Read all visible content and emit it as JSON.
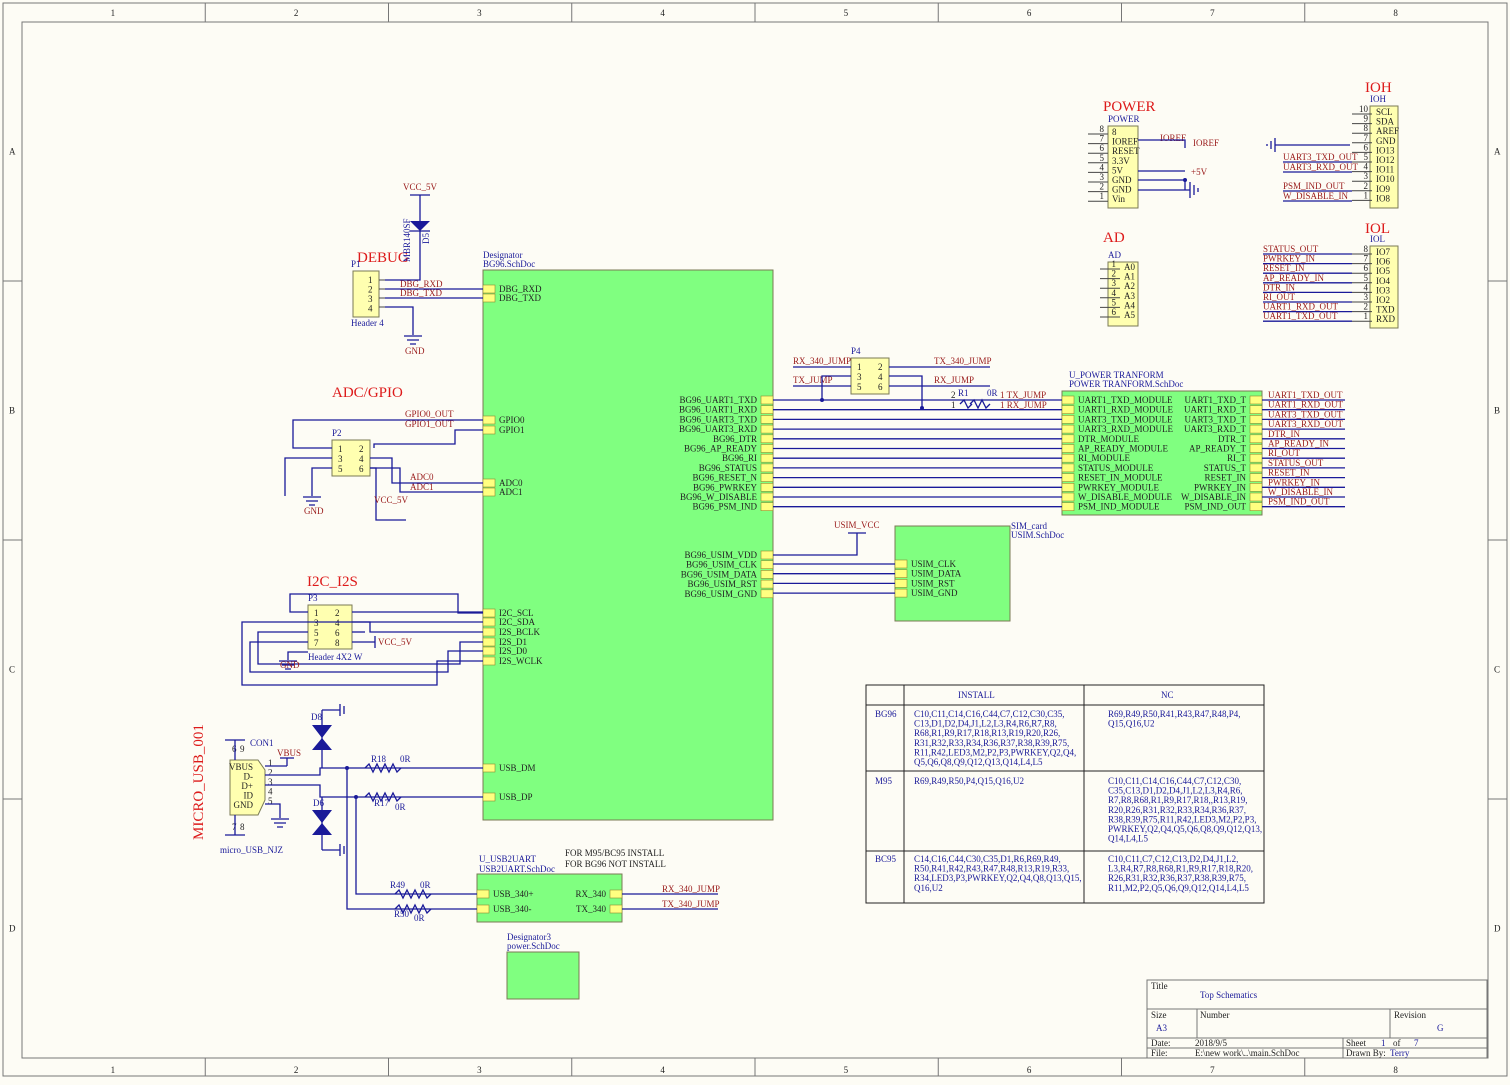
{
  "border": {
    "cols": [
      "1",
      "2",
      "3",
      "4",
      "5",
      "6",
      "7",
      "8"
    ],
    "rows": [
      "A",
      "B",
      "C",
      "D"
    ]
  },
  "titles": {
    "debug": "DEBUG",
    "adc_gpio": "ADC/GPIO",
    "i2c_i2s": "I2C_I2S",
    "micro_usb": "MICRO_USB_001",
    "power": "POWER",
    "ad": "AD",
    "ioh": "IOH",
    "iol": "IOL"
  },
  "bg96": {
    "designator": "Designator",
    "file": "BG96.SchDoc",
    "left_ports": [
      "DBG_RXD",
      "DBG_TXD",
      "GPIO0",
      "GPIO1",
      "ADC0",
      "ADC1",
      "I2C_SCL",
      "I2C_SDA",
      "I2S_BCLK",
      "I2S_D1",
      "I2S_D0",
      "I2S_WCLK",
      "USB_DM",
      "USB_DP"
    ],
    "right_ports": [
      "BG96_UART1_TXD",
      "BG96_UART1_RXD",
      "BG96_UART3_TXD",
      "BG96_UART3_RXD",
      "BG96_DTR",
      "BG96_AP_READY",
      "BG96_RI",
      "BG96_STATUS",
      "BG96_RESET_N",
      "BG96_PWRKEY",
      "BG96_W_DISABLE",
      "BG96_PSM_IND"
    ],
    "usim_ports": [
      "BG96_USIM_VDD",
      "BG96_USIM_CLK",
      "BG96_USIM_DATA",
      "BG96_USIM_RST",
      "BG96_USIM_GND"
    ]
  },
  "power_tf": {
    "designator": "U_POWER TRANFORM",
    "file": "POWER TRANFORM.SchDoc",
    "left_ports": [
      "UART1_TXD_MODULE",
      "UART1_RXD_MODULE",
      "UART3_TXD_MODULE",
      "UART3_RXD_MODULE",
      "DTR_MODULE",
      "AP_READY_MODULE",
      "RI_MODULE",
      "STATUS_MODULE",
      "RESET_IN_MODULE",
      "PWRKEY_MODULE",
      "W_DISABLE_MODULE",
      "PSM_IND_MODULE"
    ],
    "right_ports": [
      "UART1_TXD_T",
      "UART1_RXD_T",
      "UART3_TXD_T",
      "UART3_RXD_T",
      "DTR_T",
      "AP_READY_T",
      "RI_T",
      "STATUS_T",
      "RESET_IN",
      "PWRKEY_IN",
      "W_DISABLE_IN",
      "PSM_IND_OUT"
    ],
    "out_nets": [
      "UART1_TXD_OUT",
      "UART1_RXD_OUT",
      "UART3_TXD_OUT",
      "UART3_RXD_OUT",
      "DTR_IN",
      "AP_READY_IN",
      "RI_OUT",
      "STATUS_OUT",
      "RESET_IN",
      "PWRKEY_IN",
      "W_DISABLE_IN",
      "PSM_IND_OUT"
    ]
  },
  "sim": {
    "designator": "SIM_card",
    "file": "USIM.SchDoc",
    "ports": [
      "USIM_CLK",
      "USIM_DATA",
      "USIM_RST",
      "USIM_GND"
    ],
    "vcc_net": "USIM_VCC"
  },
  "usb2uart": {
    "designator": "U_USB2UART",
    "file": "USB2UART.SchDoc",
    "left_ports": [
      "USB_340+",
      "USB_340-"
    ],
    "right_ports": [
      "RX_340",
      "TX_340"
    ],
    "note1": "FOR M95/BC95 INSTALL",
    "note2": "FOR BG96 NOT INSTALL",
    "out_nets": [
      "RX_340_JUMP",
      "TX_340_JUMP"
    ]
  },
  "power_sheet": {
    "designator": "Designator3",
    "file": "power.SchDoc"
  },
  "p1": {
    "ref": "P1",
    "name": "Header 4",
    "pins": [
      "1",
      "2",
      "3",
      "4"
    ],
    "nets": [
      "DBG_RXD",
      "DBG_TXD"
    ],
    "gnd": "GND",
    "vcc": "VCC_5V",
    "diode_ref": "D5",
    "diode_part": "MBR140SF"
  },
  "p2": {
    "ref": "P2",
    "pins": [
      "1",
      "2",
      "3",
      "4",
      "5",
      "6"
    ],
    "nets": [
      "GPIO0_OUT",
      "GPIO1_OUT",
      "ADC0",
      "ADC1"
    ],
    "gnd": "GND",
    "vcc": "VCC_5V"
  },
  "p3": {
    "ref": "P3",
    "name": "Header 4X2 W",
    "pins": [
      "1",
      "2",
      "3",
      "4",
      "5",
      "6",
      "7",
      "8"
    ],
    "vcc": "VCC_5V",
    "gnd": "GND"
  },
  "p4": {
    "ref": "P4",
    "pins": [
      "1",
      "2",
      "3",
      "4",
      "5",
      "6"
    ],
    "nets": [
      "RX_340_JUMP",
      "TX_340_JUMP",
      "TX_JUMP",
      "RX_JUMP"
    ]
  },
  "r1": {
    "ref": "R1",
    "value": "0R",
    "pins": [
      "2",
      "1"
    ],
    "nets": [
      "1 TX_JUMP",
      "1 RX_JUMP"
    ]
  },
  "usb": {
    "ref": "CON1",
    "part": "micro_USB_NJZ",
    "pins": [
      "VBUS",
      "D-",
      "D+",
      "ID",
      "GND"
    ],
    "pin_nums": [
      "1",
      "2",
      "3",
      "4",
      "5"
    ],
    "shield_pins": [
      "6",
      "9",
      "7",
      "8"
    ],
    "vbus": "VBUS",
    "d8": "D8",
    "d6": "D6",
    "r18": "R18",
    "r17": "R17",
    "r49": "R49",
    "r50": "R50",
    "rval": "0R"
  },
  "power_hdr": {
    "ref": "POWER",
    "pins": [
      "8",
      "IOREF",
      "RESET",
      "3.3V",
      "5V",
      "GND",
      "GND",
      "Vin"
    ],
    "nums": [
      "8",
      "7",
      "6",
      "5",
      "4",
      "3",
      "2",
      "1"
    ],
    "nets": [
      "IOREF",
      "IOREF",
      "+5V"
    ]
  },
  "ad_hdr": {
    "ref": "AD",
    "pins": [
      "A0",
      "A1",
      "A2",
      "A3",
      "A4",
      "A5"
    ],
    "nums": [
      "1",
      "2",
      "3",
      "4",
      "5",
      "6"
    ]
  },
  "ioh_hdr": {
    "ref": "IOH",
    "pins": [
      "SCL",
      "SDA",
      "AREF",
      "GND",
      "IO13",
      "IO12",
      "IO11",
      "IO10",
      "IO9",
      "IO8"
    ],
    "nums": [
      "10",
      "9",
      "8",
      "7",
      "6",
      "5",
      "4",
      "3",
      "2",
      "1"
    ],
    "nets": [
      "UART3_TXD_OUT",
      "UART3_RXD_OUT",
      "PSM_IND_OUT",
      "W_DISABLE_IN"
    ]
  },
  "iol_hdr": {
    "ref": "IOL",
    "pins": [
      "IO7",
      "IO6",
      "IO5",
      "IO4",
      "IO3",
      "IO2",
      "TXD",
      "RXD"
    ],
    "nums": [
      "8",
      "7",
      "6",
      "5",
      "4",
      "3",
      "2",
      "1"
    ],
    "nets": [
      "STATUS_OUT",
      "PWRKEY_IN",
      "RESET_IN",
      "AP_READY_IN",
      "DTR_IN",
      "RI_OUT",
      "UART1_RXD_OUT",
      "UART1_TXD_OUT"
    ]
  },
  "bom": {
    "headers": [
      "",
      "INSTALL",
      "NC"
    ],
    "rows": [
      {
        "name": "BG96",
        "install": [
          "C10,C11,C14,C16,C44,C7,C12,C30,C35,",
          "C13,D1,D2,D4,J1,L2,L3,R4,R6,R7,R8,",
          "R68,R1,R9,R17,R18,R13,R19,R20,R26,",
          "R31,R32,R33,R34,R36,R37,R38,R39,R75,",
          "R11,R42,LED3,M2,P2,P3,PWRKEY,Q2,Q4,",
          "Q5,Q6,Q8,Q9,Q12,Q13,Q14,L4,L5"
        ],
        "nc": [
          "R69,R49,R50,R41,R43,R47,R48,P4,",
          "Q15,Q16,U2"
        ]
      },
      {
        "name": "M95",
        "install": [
          "R69,R49,R50,P4,Q15,Q16,U2"
        ],
        "nc": [
          "C10,C11,C14,C16,C44,C7,C12,C30,",
          "C35,C13,D1,D2,D4,J1,L2,L3,R4,R6,",
          "R7,R8,R68,R1,R9,R17,R18,,R13,R19,",
          "R20,R26,R31,R32,R33,R34,R36,R37,",
          "R38,R39,R75,R11,R42,LED3,M2,P2,P3,",
          "PWRKEY,Q2,Q4,Q5,Q6,Q8,Q9,Q12,Q13,",
          "Q14,L4,L5"
        ]
      },
      {
        "name": "BC95",
        "install": [
          "C14,C16,C44,C30,C35,D1,R6,R69,R49,",
          "R50,R41,R42,R43,R47,R48,R13,R19,R33,",
          "R34,LED3,P3,PWRKEY,Q2,Q4,Q8,Q13,Q15,",
          "Q16,U2"
        ],
        "nc": [
          "C10,C11,C7,C12,C13,D2,D4,J1,L2,",
          "L3,R4,R7,R8,R68,R1,R9,R17,R18,R20,",
          "R26,R31,R32,R36,R37,R38,R39,R75,",
          "R11,M2,P2,Q5,Q6,Q9,Q12,Q14,L4,L5"
        ]
      }
    ]
  },
  "titleblock": {
    "title_label": "Title",
    "title": "Top Schematics",
    "size_label": "Size",
    "size": "A3",
    "number_label": "Number",
    "revision_label": "Revision",
    "revision": "G",
    "date_label": "Date:",
    "date": "2018/9/5",
    "sheet_label": "Sheet",
    "sheet": "1",
    "of_label": "of",
    "sheets": "7",
    "file_label": "File:",
    "file": "E:\\new work\\..\\main.SchDoc",
    "drawn_label": "Drawn By:",
    "drawn": "Terry"
  }
}
